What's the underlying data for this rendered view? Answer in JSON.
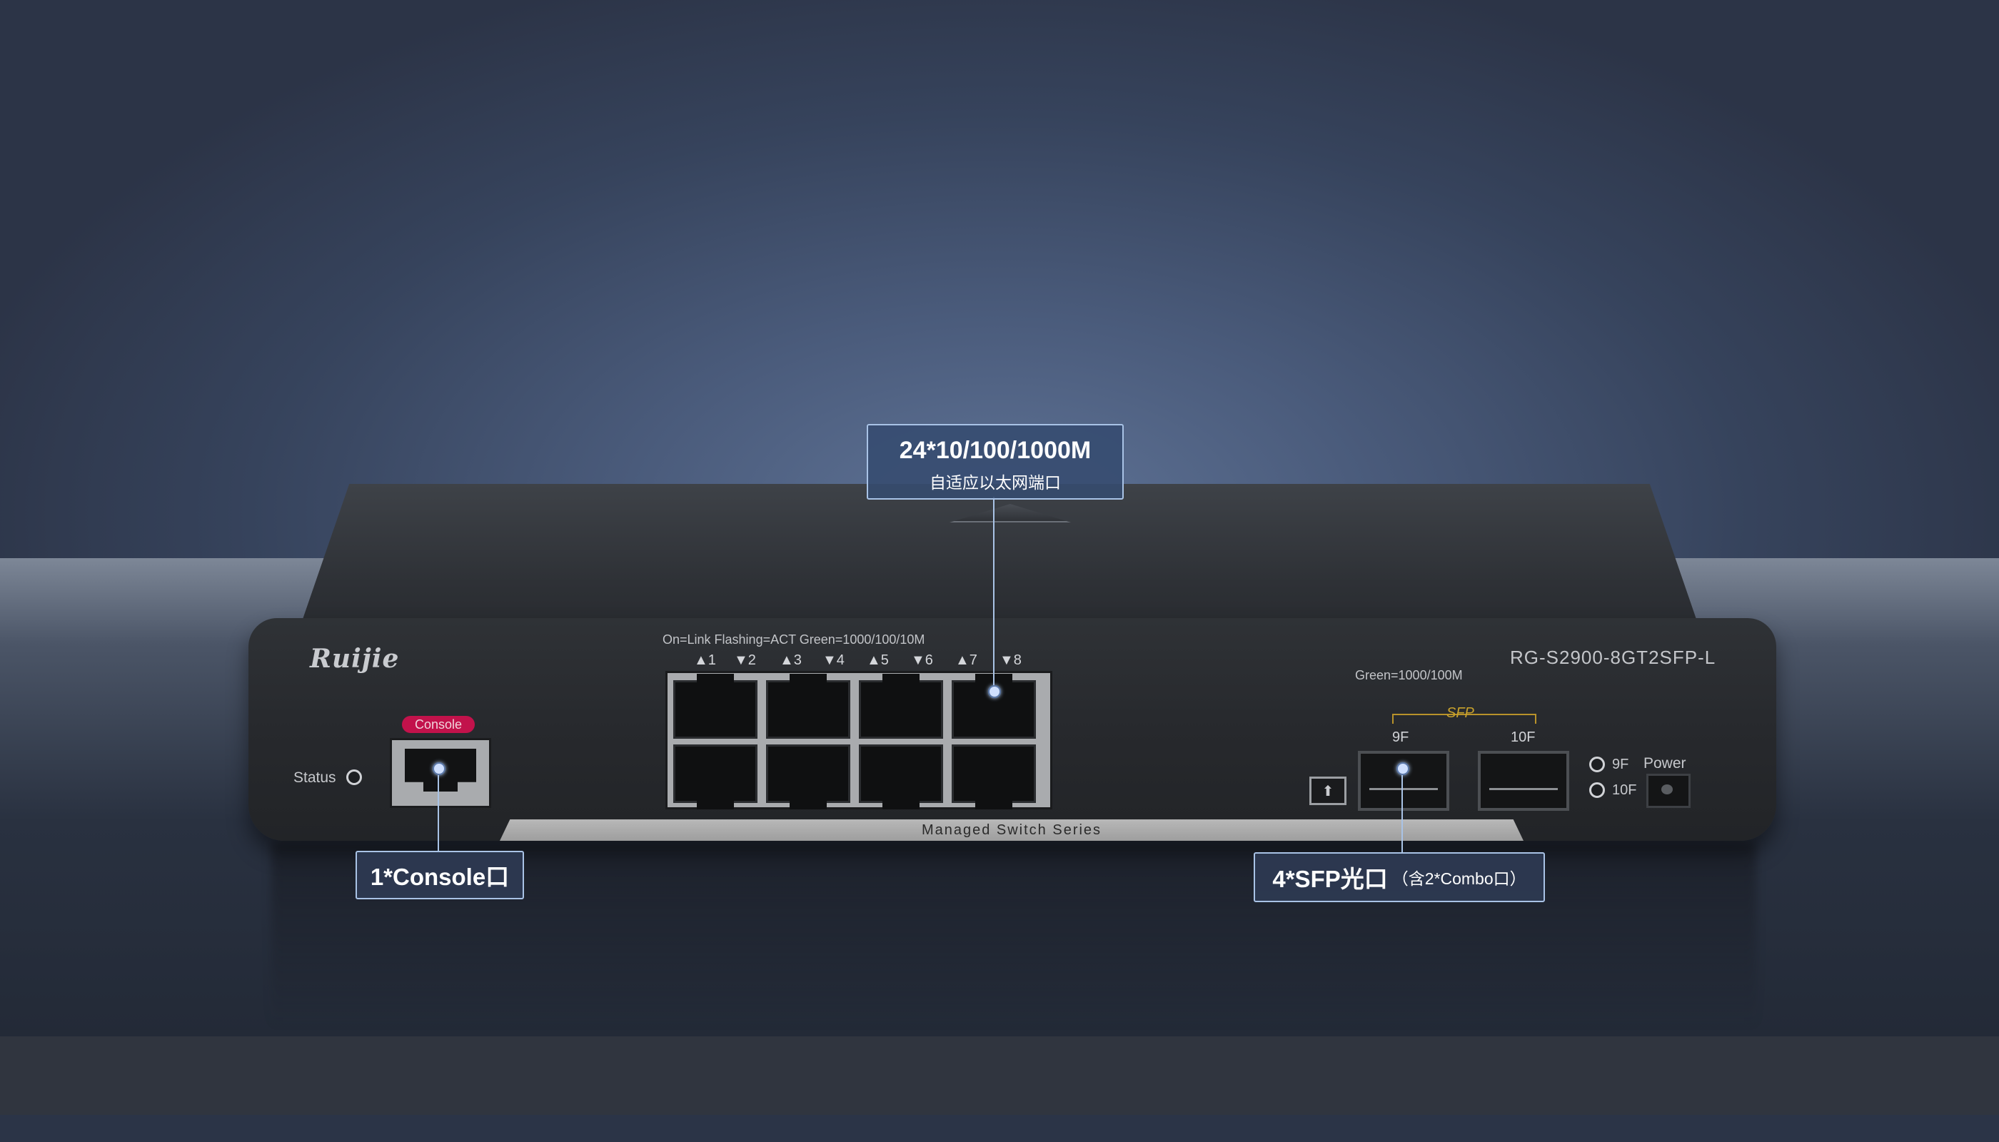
{
  "callouts": {
    "ethernet_title": "24*10/100/1000M",
    "ethernet_subtitle": "自适应以太网端口",
    "console": "1*Console口",
    "sfp_title": "4*SFP光口",
    "sfp_note": "（含2*Combo口）"
  },
  "device": {
    "brand": "Ruijie",
    "model": "RG-S2900-8GT2SFP-L",
    "series": "Managed Switch Series",
    "port_legend": "On=Link   Flashing=ACT   Green=1000/100/10M",
    "sfp_speed_legend": "Green=1000/100M",
    "console_badge": "Console",
    "status_label": "Status",
    "sfp_group_label": "SFP",
    "sfp_ports": [
      "9F",
      "10F"
    ],
    "sfp_leds": [
      "9F",
      "10F"
    ],
    "power_label": "Power",
    "port_numbers": [
      "▲1",
      "▼2",
      "▲3",
      "▼4",
      "▲5",
      "▼6",
      "▲7",
      "▼8"
    ]
  }
}
